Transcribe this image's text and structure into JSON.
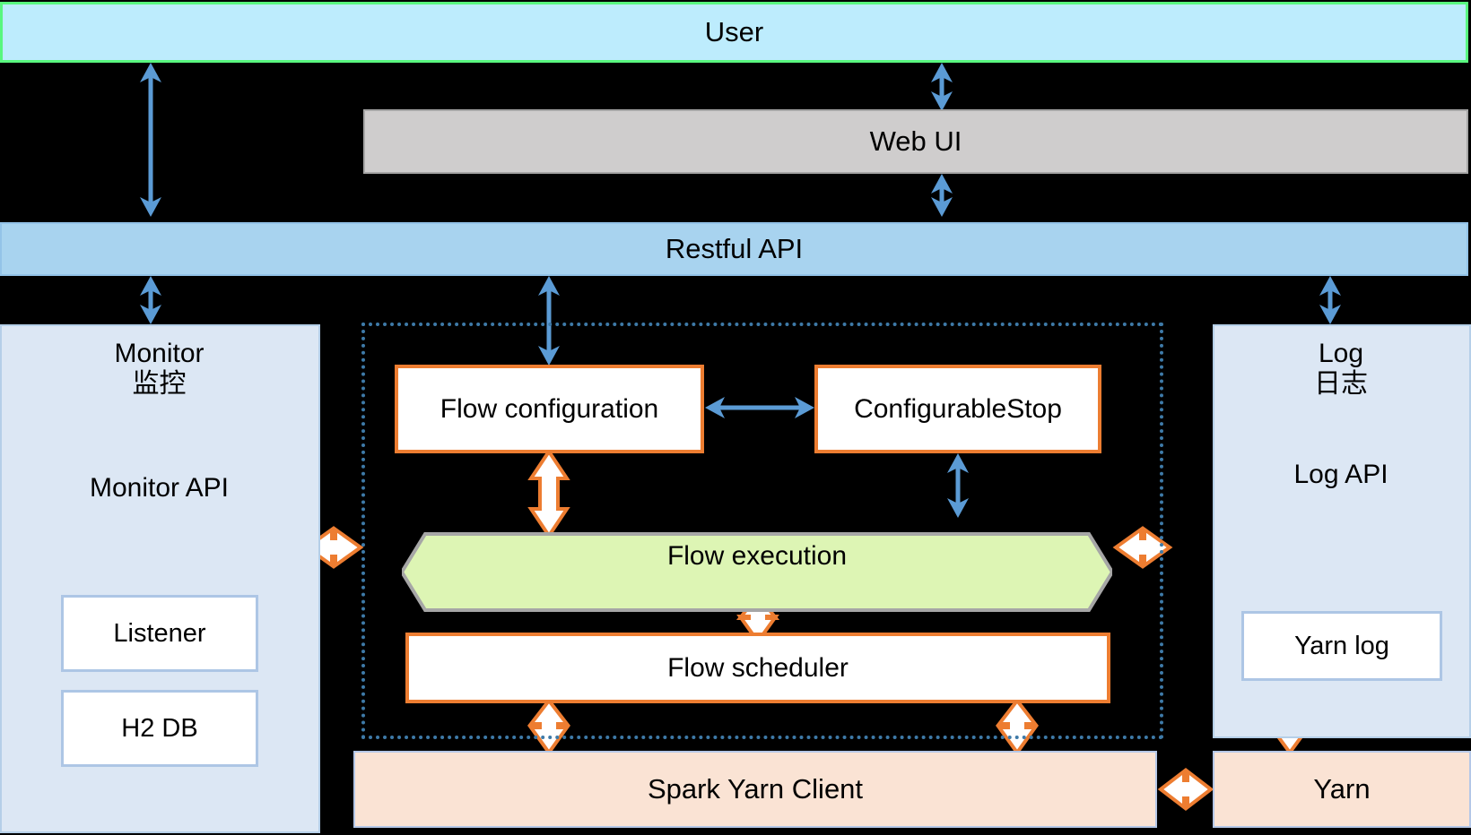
{
  "diagram": {
    "title": "Piflow system architecture",
    "colors": {
      "user_fill": "#bdecfd",
      "user_border": "#59f77f",
      "webui_fill": "#cfcdcd",
      "restful_fill": "#a8d3ef",
      "panel_fill": "#dce7f4",
      "panel_border": "#b5cfe8",
      "orange": "#ed7d31",
      "blue_arrow": "#5b9bd5",
      "hex_fill": "#ddf5b4",
      "hex_border": "#a6a6a6",
      "peach_fill": "#fae3d4",
      "dotted_border": "#3e7aa8",
      "background": "#000000"
    },
    "nodes": {
      "user": "User",
      "web_ui": "Web UI",
      "restful_api": "Restful API",
      "monitor_title": "Monitor\n监控",
      "monitor_api": "Monitor API",
      "listener": "Listener",
      "h2_db": "H2 DB",
      "flow_configuration": "Flow configuration",
      "configurable_stop": "ConfigurableStop",
      "flow_execution": "Flow execution",
      "flow_scheduler": "Flow scheduler",
      "log_title": "Log\n日志",
      "log_api": "Log API",
      "yarn_log": "Yarn log",
      "spark_yarn_client": "Spark Yarn Client",
      "yarn": "Yarn"
    },
    "connectors": [
      {
        "id": "user-restful",
        "from": "user",
        "to": "restful_api",
        "style": "blue-double-vertical"
      },
      {
        "id": "user-webui",
        "from": "user",
        "to": "web_ui",
        "style": "blue-double-vertical"
      },
      {
        "id": "webui-restful",
        "from": "web_ui",
        "to": "restful_api",
        "style": "blue-double-vertical"
      },
      {
        "id": "restful-monitor",
        "from": "restful_api",
        "to": "monitor_title",
        "style": "blue-double-vertical"
      },
      {
        "id": "restful-flowconfig",
        "from": "restful_api",
        "to": "flow_configuration",
        "style": "blue-double-vertical"
      },
      {
        "id": "restful-log",
        "from": "restful_api",
        "to": "log_title",
        "style": "blue-double-vertical"
      },
      {
        "id": "flowconfig-configurablestop",
        "from": "flow_configuration",
        "to": "configurable_stop",
        "style": "blue-double-horizontal"
      },
      {
        "id": "configurablestop-flowexec",
        "from": "configurable_stop",
        "to": "flow_execution",
        "style": "blue-double-vertical"
      },
      {
        "id": "flowconfig-flowexec",
        "from": "flow_configuration",
        "to": "flow_execution",
        "style": "orange-double-vertical"
      },
      {
        "id": "flowexec-flowsched",
        "from": "flow_execution",
        "to": "flow_scheduler",
        "style": "orange-double-vertical"
      },
      {
        "id": "flowsched-spark-left",
        "from": "flow_scheduler",
        "to": "spark_yarn_client",
        "style": "orange-double-vertical"
      },
      {
        "id": "flowsched-spark-right",
        "from": "flow_scheduler",
        "to": "spark_yarn_client",
        "style": "orange-double-vertical"
      },
      {
        "id": "monitor-core",
        "from": "monitor_api",
        "to": "flow_execution",
        "style": "orange-double-horizontal"
      },
      {
        "id": "core-log",
        "from": "flow_execution",
        "to": "log_api",
        "style": "orange-double-horizontal"
      },
      {
        "id": "spark-yarn",
        "from": "spark_yarn_client",
        "to": "yarn",
        "style": "orange-double-horizontal"
      },
      {
        "id": "yarnlog-yarn",
        "from": "yarn_log",
        "to": "yarn",
        "style": "orange-double-vertical"
      }
    ]
  }
}
